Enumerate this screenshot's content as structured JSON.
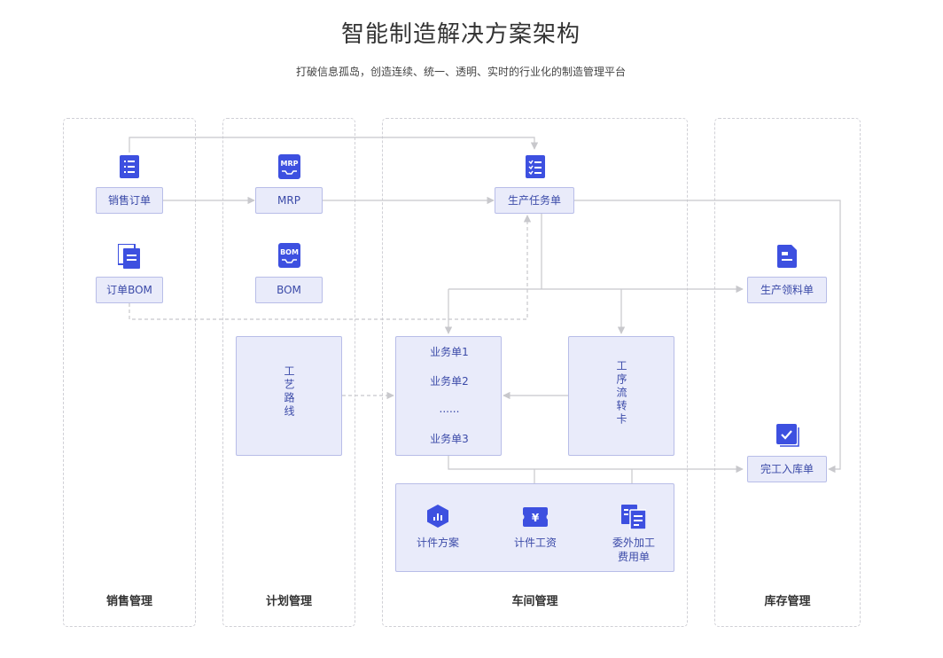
{
  "header": {
    "title": "智能制造解决方案架构",
    "subtitle": "打破信息孤岛，创造连续、统一、透明、实时的行业化的制造管理平台"
  },
  "lanes": {
    "sales": "销售管理",
    "plan": "计划管理",
    "workshop": "车间管理",
    "inventory": "库存管理"
  },
  "nodes": {
    "sales_order": "销售订单",
    "mrp": "MRP",
    "production_task": "生产任务单",
    "order_bom": "订单BOM",
    "bom": "BOM",
    "material_requisition": "生产领料单",
    "process_route": "工艺路线",
    "process_card": "工序流转卡",
    "biz1": "业务单1",
    "biz2": "业务单2",
    "biz_ellipsis": "......",
    "biz3": "业务单3",
    "completion_inbound": "完工入库单",
    "piece_plan": "计件方案",
    "piece_wage": "计件工资",
    "outsource_line1": "委外加工",
    "outsource_line2": "费用单"
  },
  "icons": {
    "mrp_badge": "MRP",
    "bom_badge": "BOM",
    "wage_symbol": "¥"
  },
  "colors": {
    "accent": "#3d50e0",
    "node_bg": "#e9ebfa",
    "node_border": "#b8bde8",
    "node_text": "#3b4aa8",
    "line": "#c8c8cc",
    "lane_border": "#d0d0d6"
  }
}
